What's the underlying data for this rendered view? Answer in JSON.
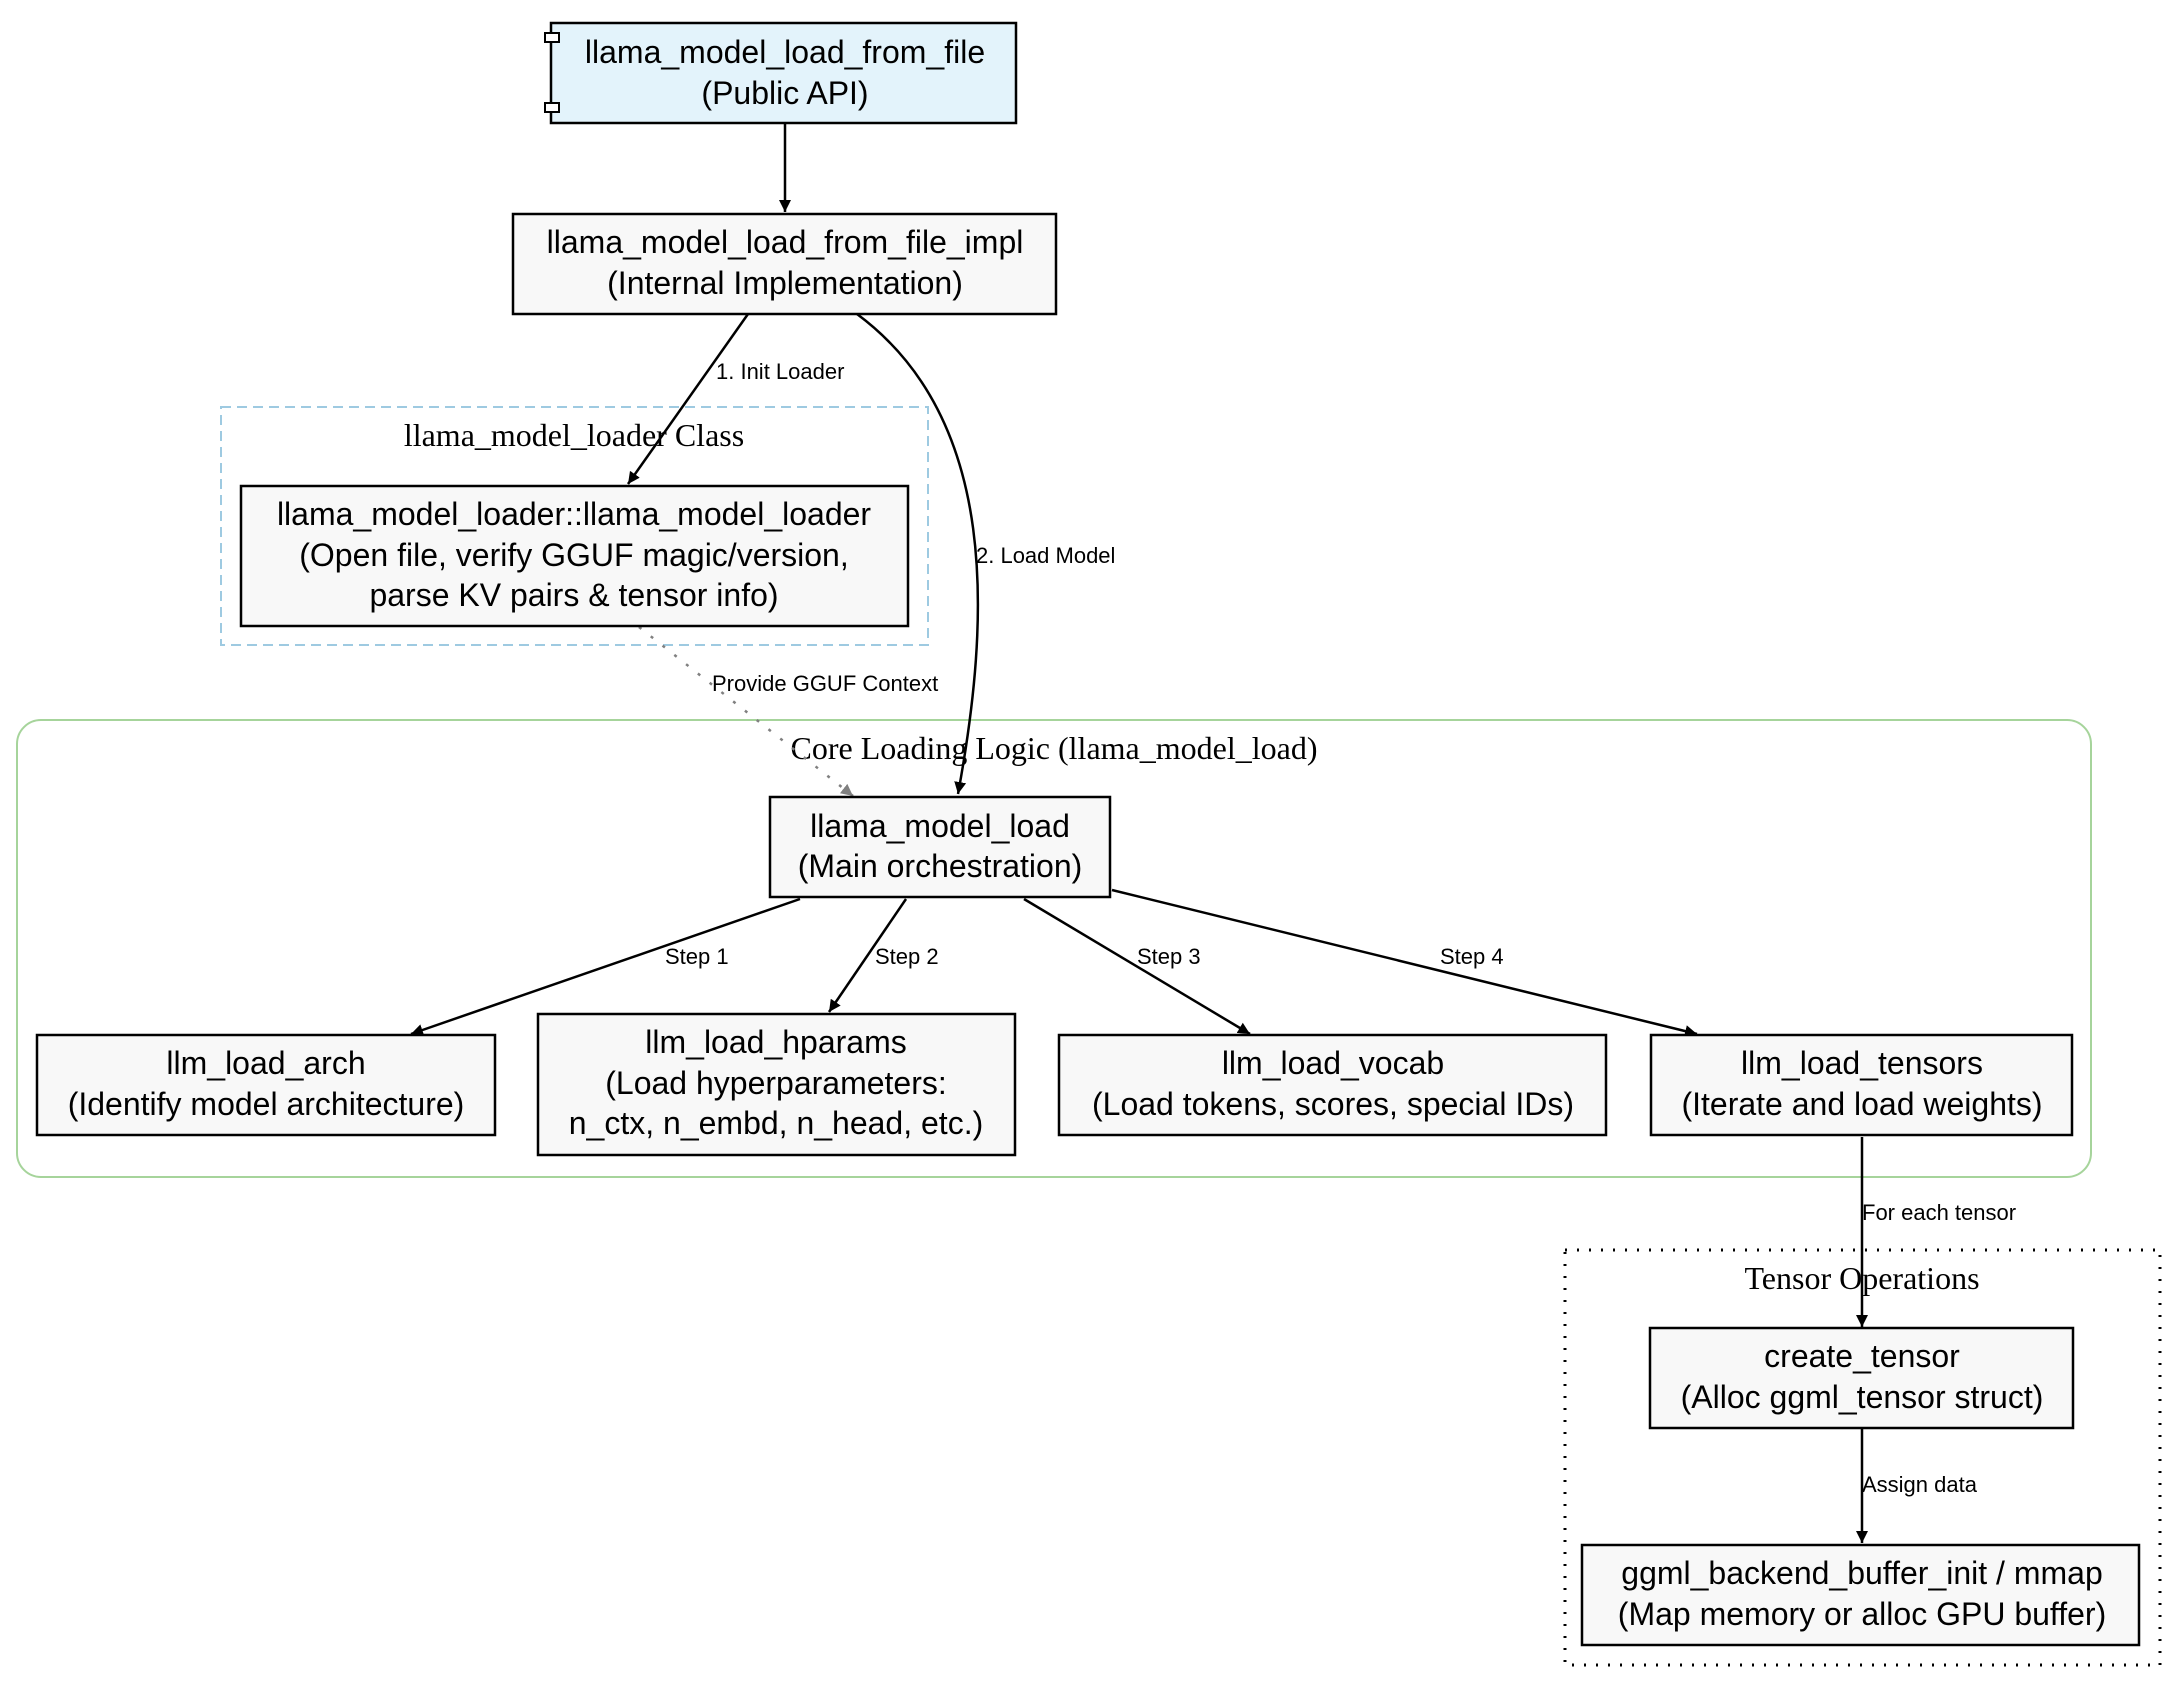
{
  "colors": {
    "node_fill": "#f8f8f8",
    "api_node_fill": "#e3f3fb",
    "node_stroke": "#000000",
    "loader_cluster_stroke": "#9ecae1",
    "core_cluster_stroke": "#a6d49b",
    "tensor_cluster_stroke": "#000000",
    "dotted_arrow": "#808080"
  },
  "nodes": {
    "api": {
      "line1": "llama_model_load_from_file",
      "line2": "(Public API)"
    },
    "impl": {
      "line1": "llama_model_load_from_file_impl",
      "line2": "(Internal Implementation)"
    },
    "loader": {
      "line1": "llama_model_loader::llama_model_loader",
      "line2": "(Open file, verify GGUF magic/version,",
      "line3": "parse KV pairs & tensor info)"
    },
    "model_load": {
      "line1": "llama_model_load",
      "line2": "(Main orchestration)"
    },
    "arch": {
      "line1": "llm_load_arch",
      "line2": "(Identify model architecture)"
    },
    "hparams": {
      "line1": "llm_load_hparams",
      "line2": "(Load hyperparameters:",
      "line3": "n_ctx, n_embd, n_head, etc.)"
    },
    "vocab": {
      "line1": "llm_load_vocab",
      "line2": "(Load tokens, scores, special IDs)"
    },
    "tensors": {
      "line1": "llm_load_tensors",
      "line2": "(Iterate and load weights)"
    },
    "create_tensor": {
      "line1": "create_tensor",
      "line2": "(Alloc ggml_tensor struct)"
    },
    "buffer": {
      "line1": "ggml_backend_buffer_init / mmap",
      "line2": "(Map memory or alloc GPU buffer)"
    }
  },
  "clusters": {
    "loader": "llama_model_loader Class",
    "core": "Core Loading Logic (llama_model_load)",
    "tensor": "Tensor Operations"
  },
  "edges": {
    "init_loader": "1. Init Loader",
    "load_model": "2. Load Model",
    "provide_context": "Provide GGUF Context",
    "step1": "Step 1",
    "step2": "Step 2",
    "step3": "Step 3",
    "step4": "Step 4",
    "for_each": "For each tensor",
    "assign": "Assign data"
  }
}
